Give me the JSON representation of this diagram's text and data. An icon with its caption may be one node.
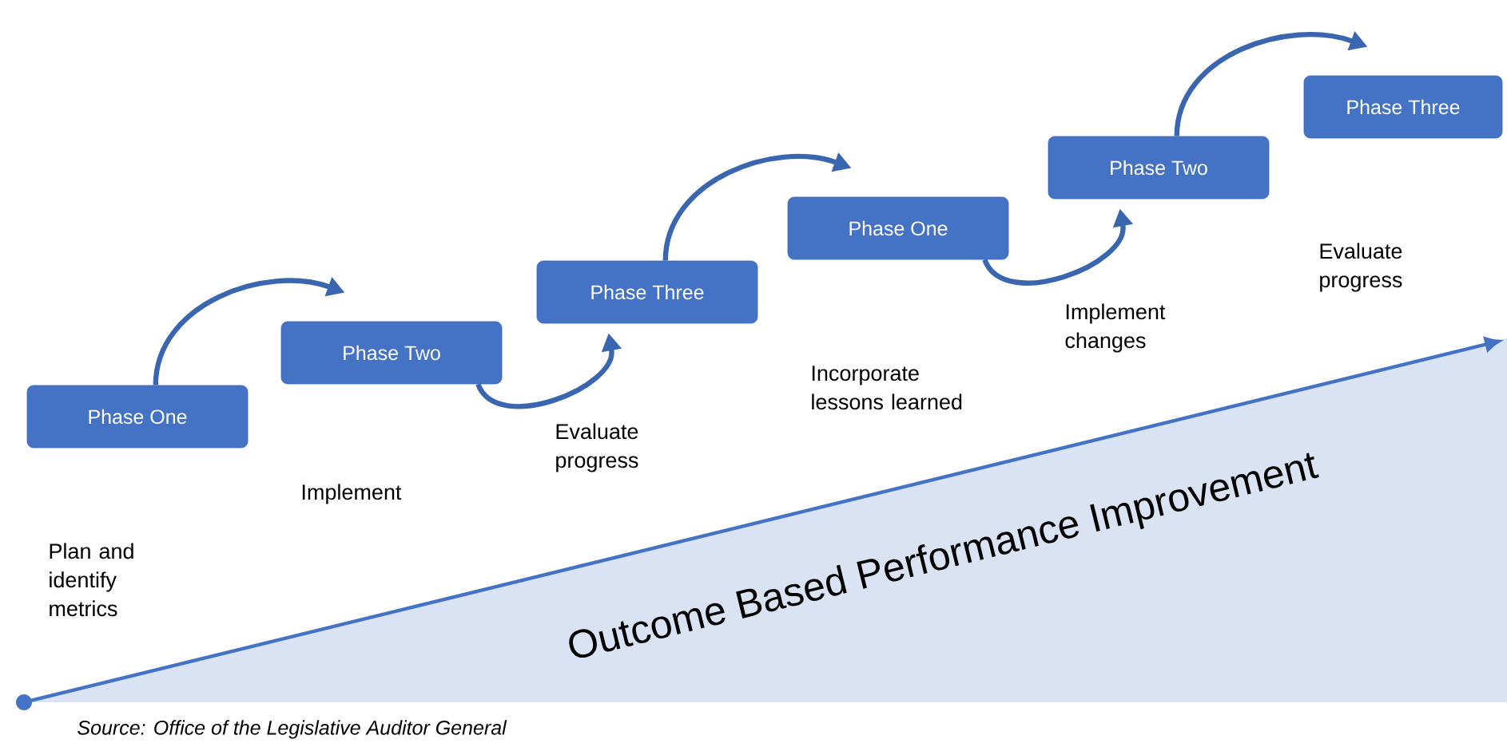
{
  "diagram": {
    "caption": "Source: Office of the Legislative Auditor General",
    "nodes": [
      {
        "text": [
          "Phase One"
        ]
      },
      {
        "text": [
          "Phase Two"
        ]
      },
      {
        "text": [
          "Phase Three"
        ]
      },
      {
        "text": [
          "Phase One"
        ]
      },
      {
        "text": [
          "Phase Two"
        ]
      },
      {
        "text": [
          "Phase Three"
        ]
      },
      {
        "text": [
          "Outcome Based Performance Improvement"
        ]
      }
    ],
    "edges": [
      {
        "from": 0,
        "to": 1,
        "arrow": "to"
      },
      {
        "from": 1,
        "to": 2,
        "arrow": "to"
      },
      {
        "from": 2,
        "to": 3,
        "arrow": "to"
      },
      {
        "from": 3,
        "to": 4,
        "arrow": "to"
      },
      {
        "from": 4,
        "to": 5,
        "arrow": "to"
      }
    ],
    "labels": [
      "Plan and identify metrics",
      "Implement",
      "Evaluate progress",
      "Incorporate lessons learned",
      "Implement changes",
      "Evaluate progress"
    ]
  }
}
